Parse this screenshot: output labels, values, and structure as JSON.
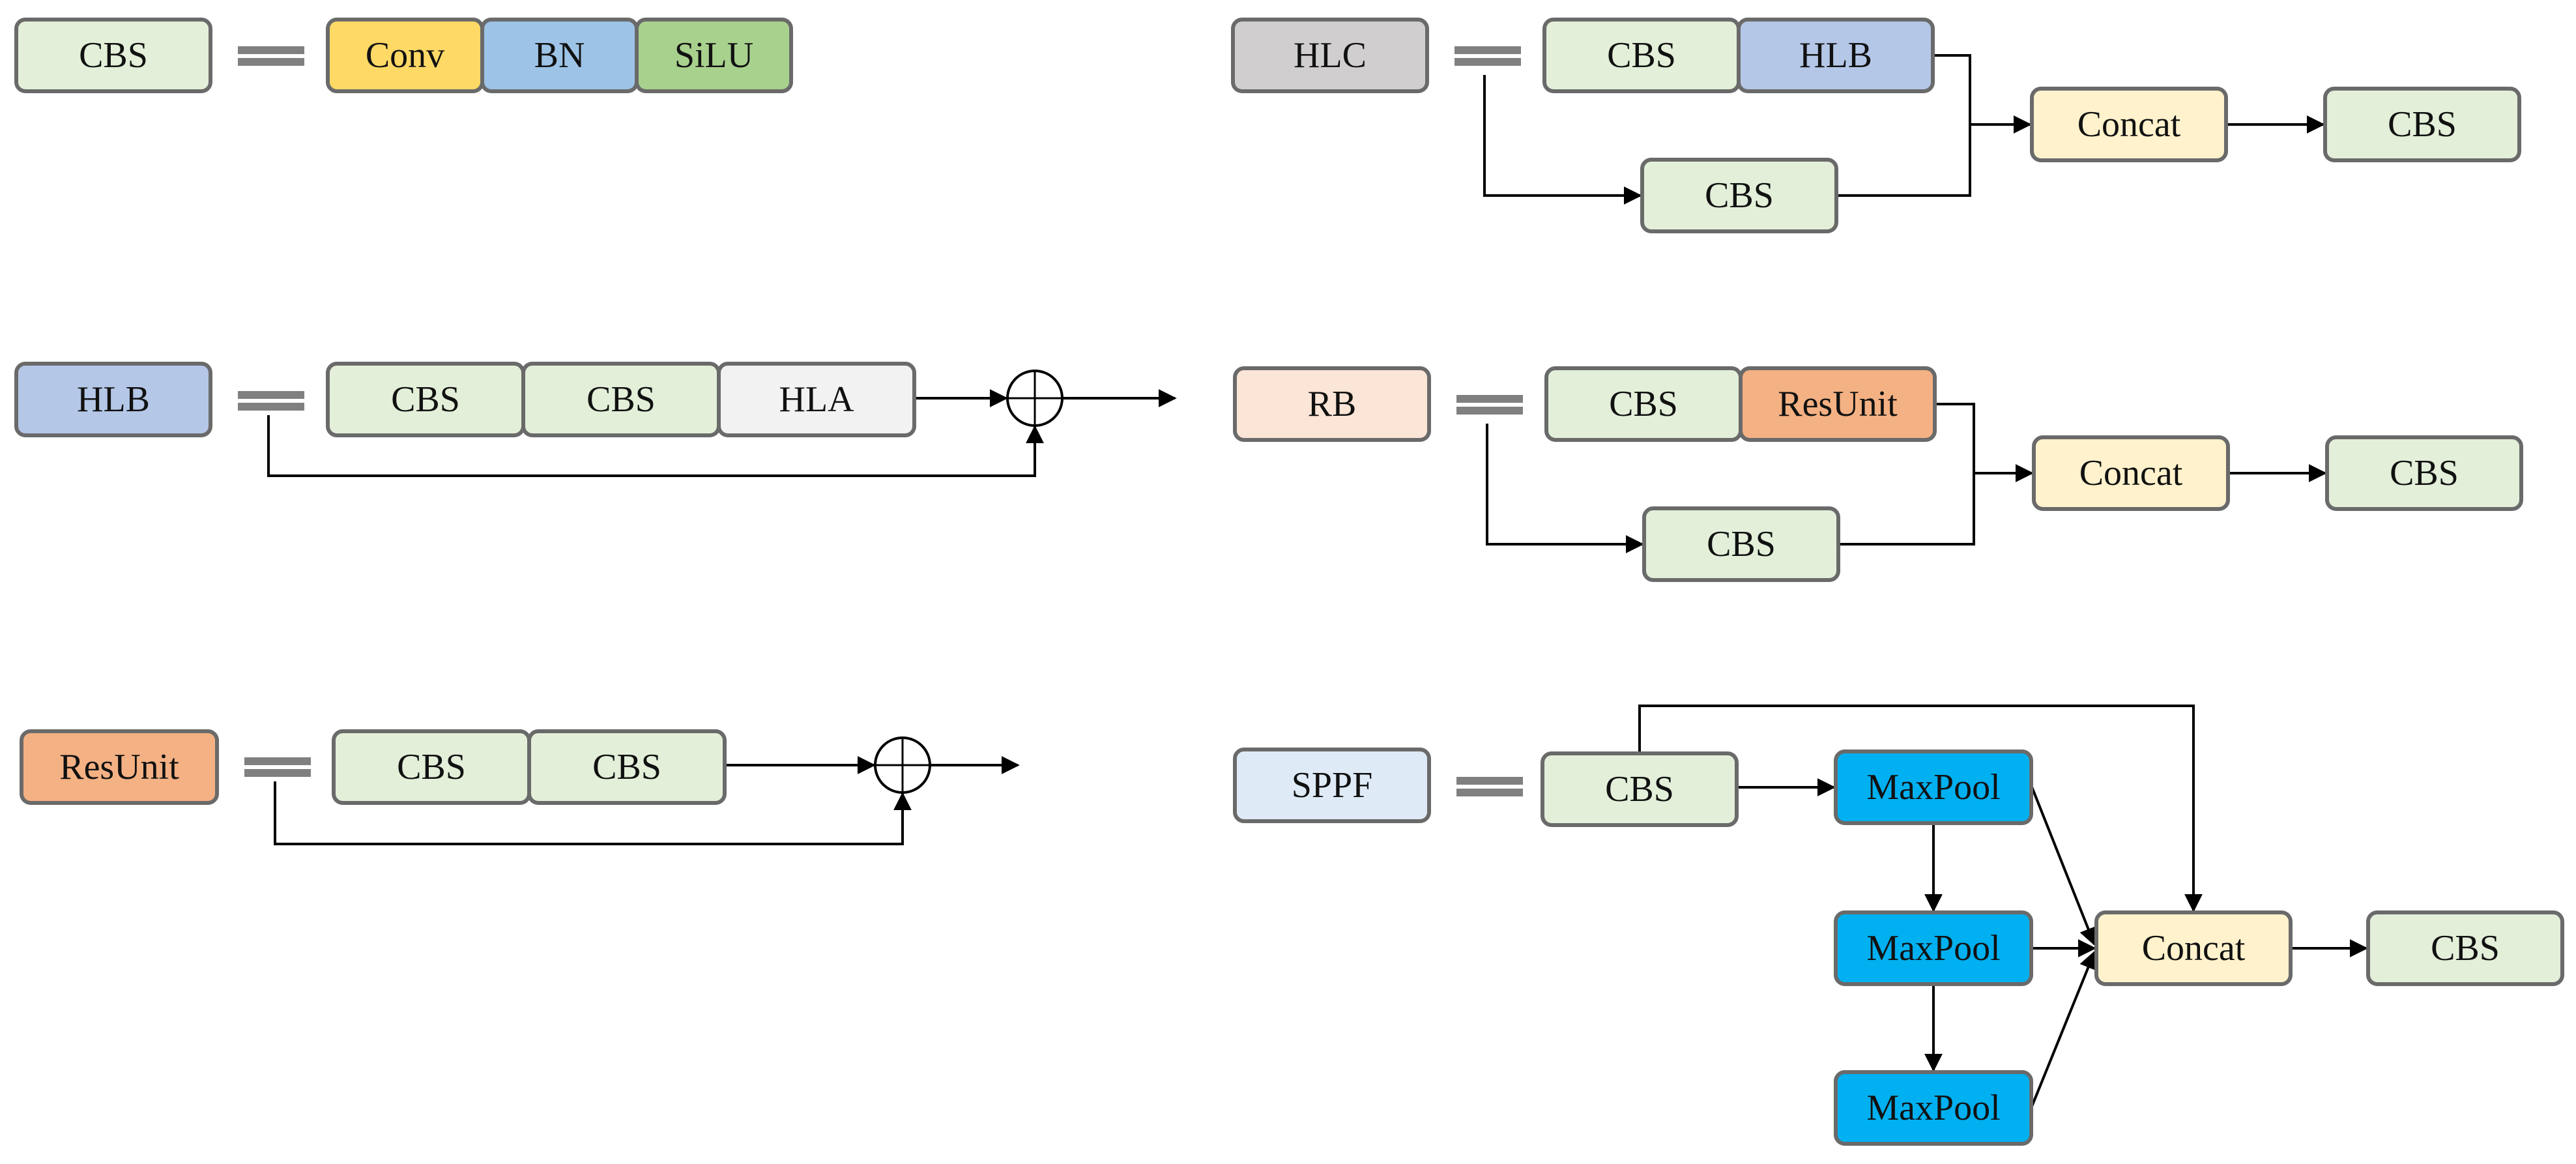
{
  "colors": {
    "cbs": "#E3EFD9",
    "conv": "#FFD966",
    "bn": "#9DC3E6",
    "silu": "#A9D18E",
    "hlc": "#D0CECE",
    "hlb": "#B4C7E7",
    "hla": "#F2F2F2",
    "concat": "#FFF2CC",
    "rb": "#FBE5D6",
    "resunit": "#F4B183",
    "sppf": "#DEEBF7",
    "maxpool": "#00B0F0",
    "wire": "#000000",
    "equals": "#808080",
    "outline": "#6a6a6a"
  },
  "cbs_def": {
    "lhs": "CBS",
    "parts": [
      "Conv",
      "BN",
      "SiLU"
    ]
  },
  "hlc_def": {
    "lhs": "HLC",
    "top": [
      "CBS",
      "HLB"
    ],
    "branch": "CBS",
    "concat": "Concat",
    "out": "CBS"
  },
  "hlb_def": {
    "lhs": "HLB",
    "chain": [
      "CBS",
      "CBS",
      "HLA"
    ]
  },
  "rb_def": {
    "lhs": "RB",
    "top": [
      "CBS",
      "ResUnit"
    ],
    "branch": "CBS",
    "concat": "Concat",
    "out": "CBS"
  },
  "resunit_def": {
    "lhs": "ResUnit",
    "chain": [
      "CBS",
      "CBS"
    ]
  },
  "sppf_def": {
    "lhs": "SPPF",
    "input": "CBS",
    "pools": [
      "MaxPool",
      "MaxPool",
      "MaxPool"
    ],
    "concat": "Concat",
    "out": "CBS"
  }
}
